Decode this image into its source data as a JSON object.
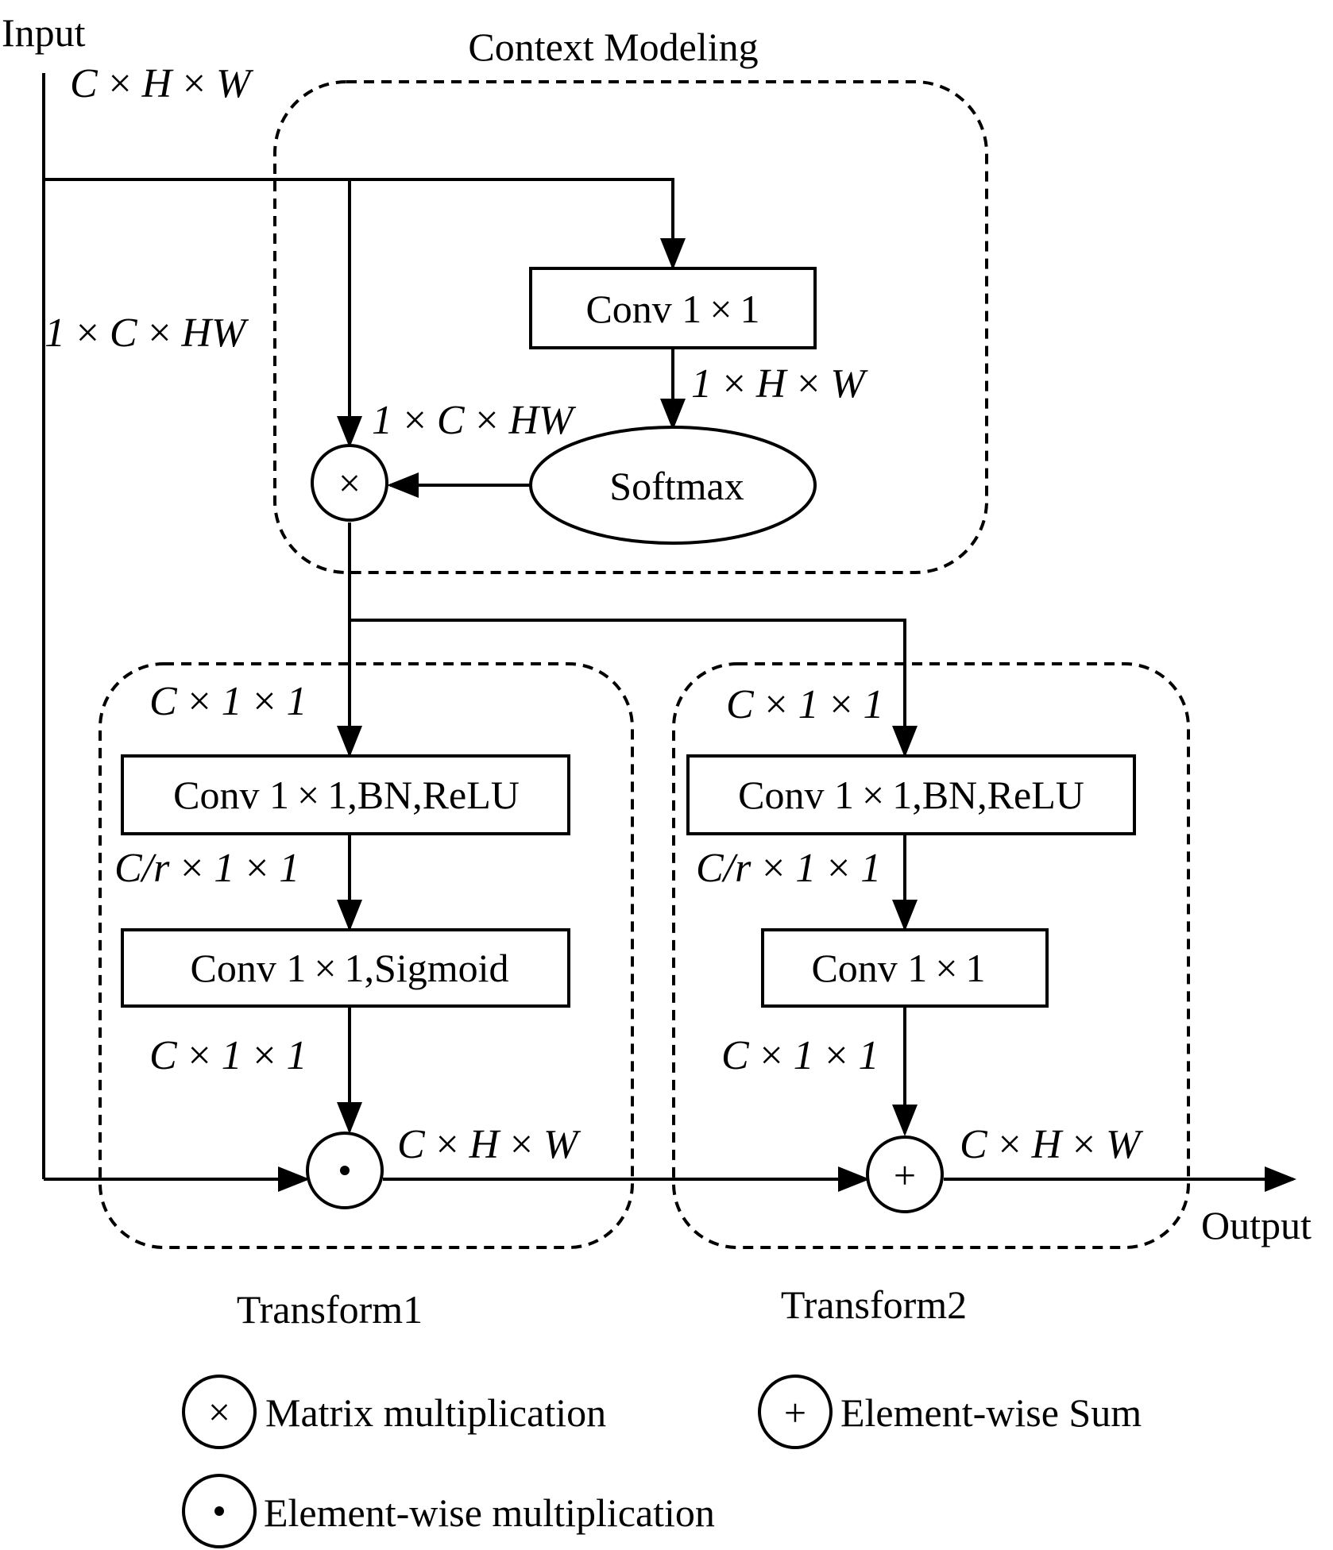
{
  "io": {
    "input": "Input",
    "output": "Output"
  },
  "groups": {
    "context": "Context Modeling",
    "transform1": "Transform1",
    "transform2": "Transform2"
  },
  "nodes": {
    "conv_ctx": "Conv 1 × 1",
    "softmax": "Softmax",
    "t1_conv_a": "Conv 1 × 1,BN,ReLU",
    "t1_conv_b": "Conv 1 × 1,Sigmoid",
    "t2_conv_a": "Conv 1 × 1,BN,ReLU",
    "t2_conv_b": "Conv 1 × 1"
  },
  "operators": {
    "matmul": "×",
    "elem_mul": "•",
    "elem_sum": "+"
  },
  "dims": {
    "input": "C × H × W",
    "reshape_left": "1 × C × HW",
    "conv_out": "1 × H × W",
    "softmax_out": "1 × C × HW",
    "t1_in": "C × 1 × 1",
    "t1_mid": "C/r × 1 × 1",
    "t1_out": "C × 1 × 1",
    "mul_out": "C × H × W",
    "t2_in": "C × 1 × 1",
    "t2_mid": "C/r × 1 × 1",
    "t2_out": "C × 1 × 1",
    "sum_out": "C × H × W"
  },
  "legend": {
    "matmul": "Matrix multiplication",
    "elem_sum": "Element-wise Sum",
    "elem_mul": "Element-wise multiplication"
  }
}
